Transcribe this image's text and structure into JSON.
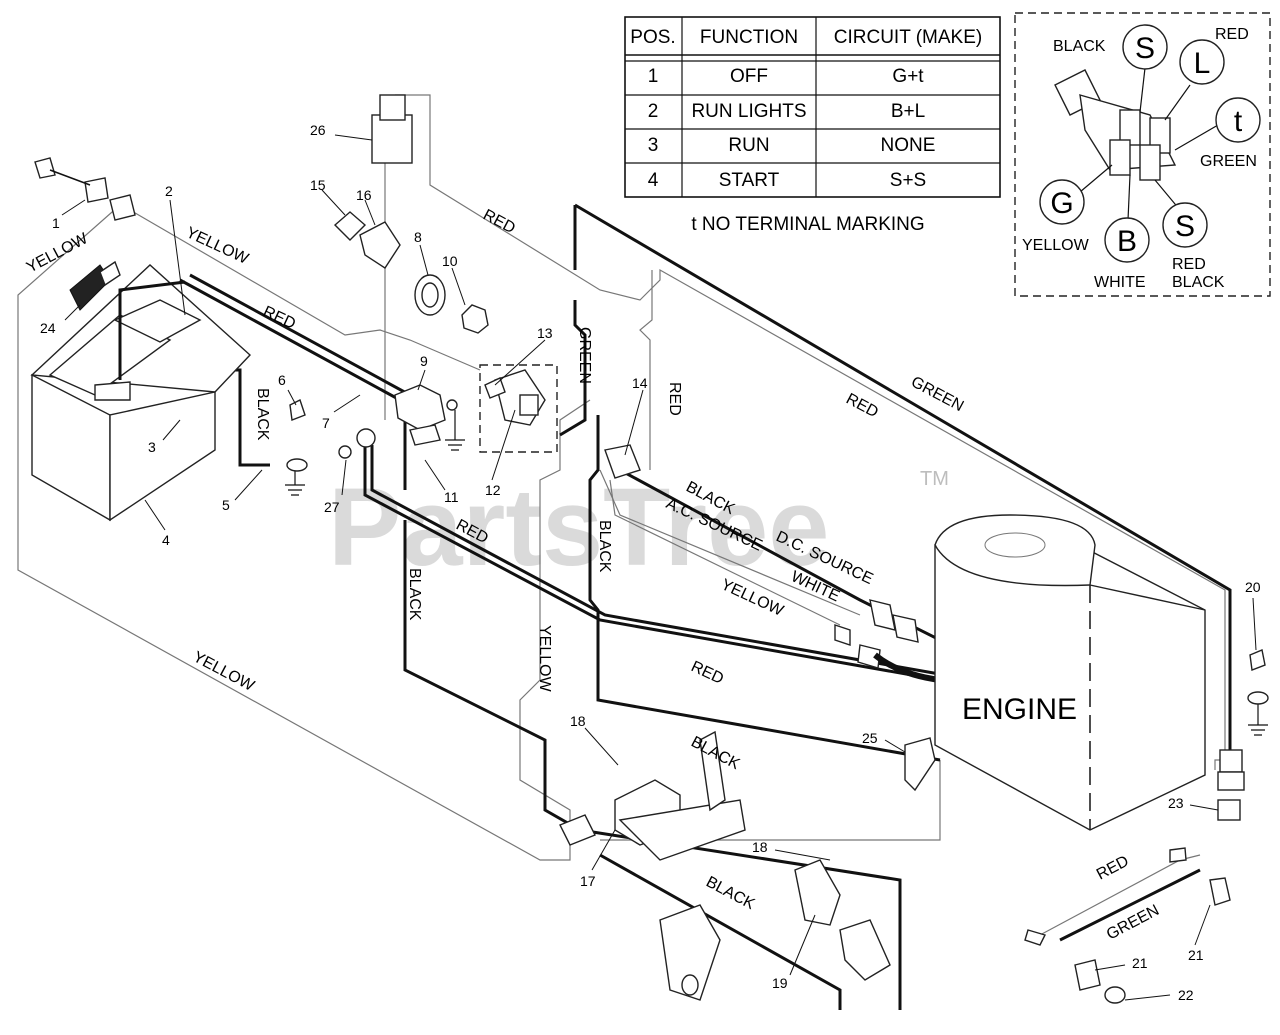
{
  "watermark": {
    "brand": "PartsTree",
    "tm": "TM"
  },
  "switch_table": {
    "headers": [
      "POS.",
      "FUNCTION",
      "CIRCUIT  (MAKE)"
    ],
    "rows": [
      [
        "1",
        "OFF",
        "G+t"
      ],
      [
        "2",
        "RUN LIGHTS",
        "B+L"
      ],
      [
        "3",
        "RUN",
        "NONE"
      ],
      [
        "4",
        "START",
        "S+S"
      ]
    ],
    "note": "t  NO TERMINAL MARKING"
  },
  "terminal_diagram": {
    "terminals": [
      "S",
      "L",
      "t",
      "G",
      "B",
      "S"
    ],
    "labels": [
      "BLACK",
      "RED",
      "GREEN",
      "YELLOW",
      "WHITE",
      "RED",
      "BLACK"
    ]
  },
  "engine": {
    "label": "ENGINE"
  },
  "wire_labels": {
    "yellow_1": "YELLOW",
    "yellow_2": "YELLOW",
    "yellow_3": "YELLOW",
    "yellow_4": "YELLOW",
    "yellow_5": "YELLOW",
    "red_1": "RED",
    "red_2": "RED",
    "red_3": "RED",
    "red_4": "RED",
    "red_5": "RED",
    "red_6": "RED",
    "red_7": "RED",
    "green_1": "GREEN",
    "green_2": "GREEN",
    "green_3": "GREEN",
    "black_1": "BLACK",
    "black_2": "BLACK",
    "black_3": "BLACK",
    "black_4": "BLACK",
    "black_5": "BLACK",
    "black_6": "BLACK",
    "white_1": "WHITE",
    "ac_source": "A.C. SOURCE",
    "dc_source": "D.C. SOURCE"
  },
  "part_numbers": [
    "1",
    "2",
    "3",
    "4",
    "5",
    "6",
    "7",
    "8",
    "9",
    "10",
    "11",
    "12",
    "13",
    "14",
    "15",
    "16",
    "17",
    "18",
    "18",
    "19",
    "20",
    "21",
    "21",
    "22",
    "23",
    "24",
    "25",
    "26",
    "27"
  ]
}
